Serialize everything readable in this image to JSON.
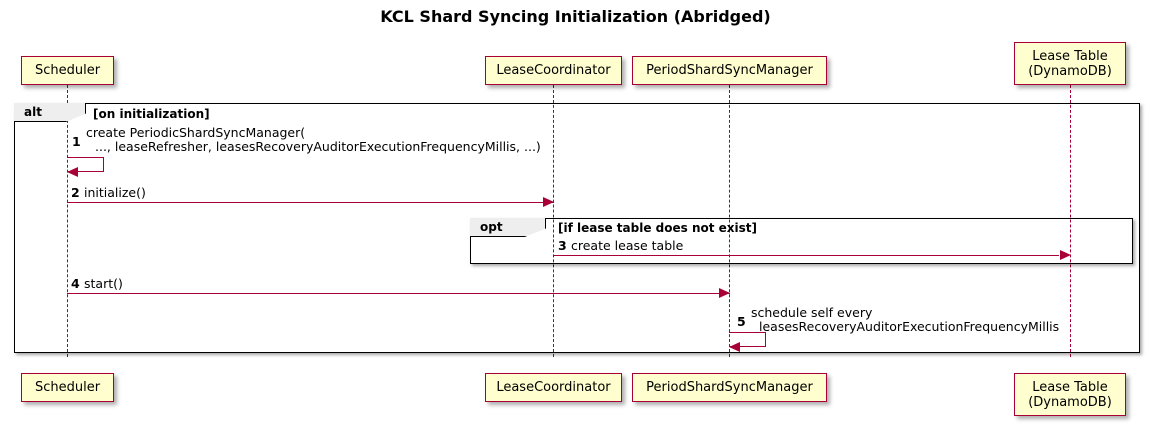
{
  "diagram": {
    "title": "KCL Shard Syncing Initialization (Abridged)",
    "type": "uml-sequence-diagram",
    "colors": {
      "participant_fill": "#FEFECE",
      "participant_border": "#A80036",
      "arrow": "#A80036",
      "lifeline": "#A80036",
      "fragment_border": "#000000",
      "fragment_tab_fill": "#EEEEEE",
      "background": "#FFFFFF",
      "text": "#000000"
    }
  },
  "participants": [
    {
      "id": "scheduler",
      "label": "Scheduler",
      "label_line2": ""
    },
    {
      "id": "leasecoord",
      "label": "LeaseCoordinator",
      "label_line2": ""
    },
    {
      "id": "psyncmgr",
      "label": "PeriodShardSyncManager",
      "label_line2": ""
    },
    {
      "id": "leasetable",
      "label": "Lease Table",
      "label_line2": "(DynamoDB)"
    }
  ],
  "fragments": [
    {
      "id": "alt-frag",
      "operator": "alt",
      "guard": "[on initialization]"
    },
    {
      "id": "opt-frag",
      "operator": "opt",
      "guard": "[if lease table does not exist]"
    }
  ],
  "messages": [
    {
      "num": "1",
      "from": "scheduler",
      "to": "scheduler",
      "kind": "self",
      "line1": "create PeriodicShardSyncManager(",
      "line2": "..., leaseRefresher, leasesRecoveryAuditorExecutionFrequencyMillis, ...)"
    },
    {
      "num": "2",
      "from": "scheduler",
      "to": "leasecoord",
      "kind": "sync",
      "line1": "initialize()",
      "line2": ""
    },
    {
      "num": "3",
      "from": "leasecoord",
      "to": "leasetable",
      "kind": "sync",
      "line1": "create lease table",
      "line2": ""
    },
    {
      "num": "4",
      "from": "scheduler",
      "to": "psyncmgr",
      "kind": "sync",
      "line1": "start()",
      "line2": ""
    },
    {
      "num": "5",
      "from": "psyncmgr",
      "to": "psyncmgr",
      "kind": "self",
      "line1": "schedule self every",
      "line2": "leasesRecoveryAuditorExecutionFrequencyMillis"
    }
  ]
}
